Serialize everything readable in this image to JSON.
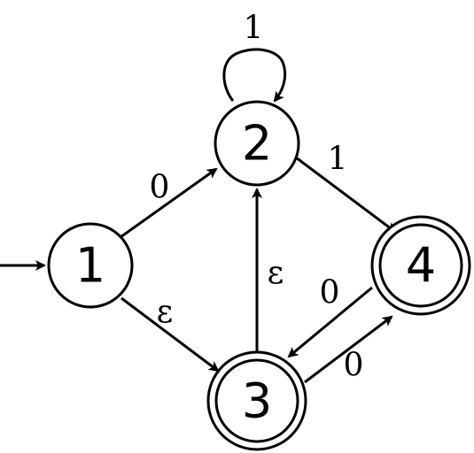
{
  "diagram": {
    "states": [
      {
        "id": "1",
        "label": "1",
        "accepting": false,
        "start": true
      },
      {
        "id": "2",
        "label": "2",
        "accepting": false,
        "start": false
      },
      {
        "id": "3",
        "label": "3",
        "accepting": true,
        "start": false
      },
      {
        "id": "4",
        "label": "4",
        "accepting": true,
        "start": false
      }
    ],
    "transitions": [
      {
        "from": "1",
        "to": "2",
        "label": "0"
      },
      {
        "from": "1",
        "to": "3",
        "label": "ε"
      },
      {
        "from": "2",
        "to": "2",
        "label": "1"
      },
      {
        "from": "2",
        "to": "4",
        "label": "1"
      },
      {
        "from": "3",
        "to": "2",
        "label": "ε"
      },
      {
        "from": "3",
        "to": "4",
        "label": "0"
      },
      {
        "from": "4",
        "to": "3",
        "label": "0"
      }
    ]
  }
}
